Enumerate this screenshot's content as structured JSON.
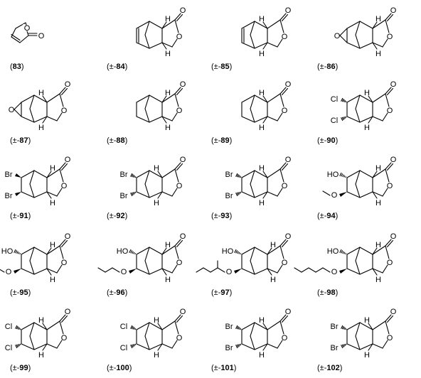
{
  "compounds": [
    {
      "id": "83",
      "label": "83",
      "pm": false,
      "kind": "butenolide"
    },
    {
      "id": "84",
      "label": "84",
      "pm": true,
      "kind": "ene",
      "stereo": "exo"
    },
    {
      "id": "85",
      "label": "85",
      "pm": true,
      "kind": "ene",
      "stereo": "endo"
    },
    {
      "id": "86",
      "label": "86",
      "pm": true,
      "kind": "epoxide",
      "stereo": "exo"
    },
    {
      "id": "87",
      "label": "87",
      "pm": true,
      "kind": "epoxide",
      "stereo": "endo"
    },
    {
      "id": "88",
      "label": "88",
      "pm": true,
      "kind": "sat",
      "stereo": "exo"
    },
    {
      "id": "89",
      "label": "89",
      "pm": true,
      "kind": "sat",
      "stereo": "endo"
    },
    {
      "id": "90",
      "label": "90",
      "pm": true,
      "kind": "dichloro",
      "stereo": "endo",
      "subs": [
        "Cl",
        "Cl"
      ]
    },
    {
      "id": "91",
      "label": "91",
      "pm": true,
      "kind": "dihalo",
      "stereo": "exo",
      "subs": [
        "Br",
        "Br"
      ]
    },
    {
      "id": "92",
      "label": "92",
      "pm": true,
      "kind": "dihalo",
      "stereo": "endo",
      "subs": [
        "Br",
        "Br"
      ]
    },
    {
      "id": "93",
      "label": "93",
      "pm": true,
      "kind": "dihalo",
      "stereo": "endo",
      "subs": [
        "Br",
        "Br"
      ]
    },
    {
      "id": "94",
      "label": "94",
      "pm": true,
      "kind": "ho_or",
      "stereo": "exo",
      "subs": [
        "HO",
        "O"
      ],
      "chain": 0
    },
    {
      "id": "95",
      "label": "95",
      "pm": true,
      "kind": "ho_or",
      "stereo": "exo",
      "subs": [
        "HO",
        "O"
      ],
      "chain": 1
    },
    {
      "id": "96",
      "label": "96",
      "pm": true,
      "kind": "ho_or",
      "stereo": "exo",
      "subs": [
        "HO",
        "O"
      ],
      "chain": 2
    },
    {
      "id": "97",
      "label": "97",
      "pm": true,
      "kind": "ho_or",
      "stereo": "exo",
      "subs": [
        "HO",
        "O"
      ],
      "chain": 3
    },
    {
      "id": "98",
      "label": "98",
      "pm": true,
      "kind": "ho_or",
      "stereo": "exo",
      "subs": [
        "HO",
        "O"
      ],
      "chain": 4
    },
    {
      "id": "99",
      "label": "99",
      "pm": true,
      "kind": "dihalo",
      "stereo": "endo",
      "subs": [
        "Cl",
        "Cl"
      ]
    },
    {
      "id": "100",
      "label": "100",
      "pm": true,
      "kind": "dihalo",
      "stereo": "endo",
      "subs": [
        "Cl",
        "Cl"
      ]
    },
    {
      "id": "101",
      "label": "101",
      "pm": true,
      "kind": "dihalo",
      "stereo": "endo",
      "subs": [
        "Br",
        "Br"
      ]
    },
    {
      "id": "102",
      "label": "102",
      "pm": true,
      "kind": "dihalo",
      "stereo": "endo",
      "subs": [
        "Br",
        "Br"
      ]
    }
  ],
  "text": {
    "H": "H",
    "O": "O",
    "pm_open": "(±-",
    "plain_open": "(",
    "close": ")"
  }
}
